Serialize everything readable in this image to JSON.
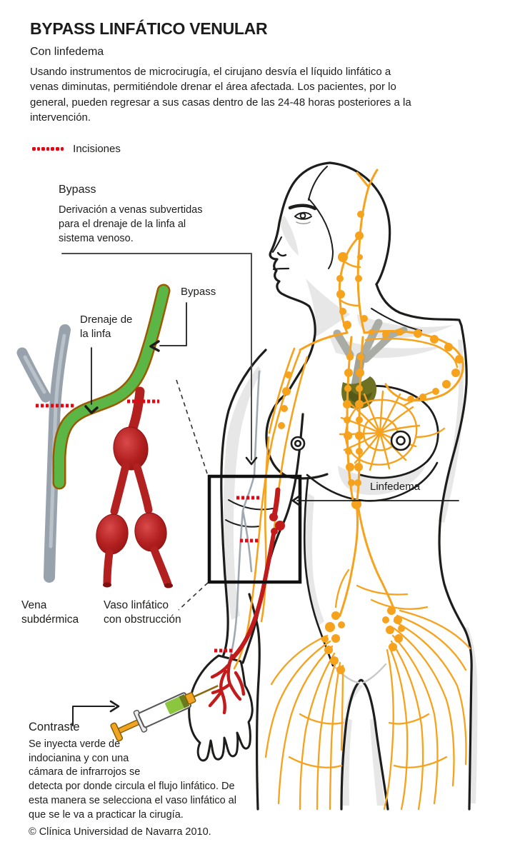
{
  "header": {
    "title": "BYPASS LINFÁTICO VENULAR",
    "subtitle": "Con linfedema",
    "description": "Usando instrumentos de microcirugía, el cirujano desvía el líquido linfático a venas diminutas, permitiéndole drenar el área afectada. Los pacientes, por lo general, pueden regresar a sus casas dentro de las 24-48 horas posteriores a la intervención."
  },
  "legend": {
    "incisions_label": "Incisiones"
  },
  "bypass_section": {
    "heading": "Bypass",
    "description": "Derivación a venas subvertidas para el drenaje de la linfa al sistema venoso."
  },
  "diagram_labels": {
    "bypass": "Bypass",
    "lymph_drainage": "Drenaje de la linfa",
    "subdermal_vein": "Vena subdérmica",
    "obstructed_vessel": "Vaso linfático con obstrucción",
    "lymphedema": "Linfedema"
  },
  "contrast_section": {
    "heading": "Contraste",
    "description": "Se inyecta verde de indocianina y con una cámara de infrarrojos se detecta por donde circula el flujo linfático. De esta manera se selecciona el vaso linfático al que se le va a practicar la cirugía."
  },
  "footer": {
    "copyright": "© Clínica Universidad de Navarra 2010."
  },
  "colors": {
    "lymph_orange": "#F6A21D",
    "incision_red": "#E30613",
    "obstructed_vessel_red": "#B32020",
    "arm_vessel_red": "#C21B1B",
    "bypass_green": "#5CB646",
    "bypass_outline_brown": "#9A5B00",
    "vein_gray": "#98A2AC",
    "outline_black": "#1D1D1B"
  }
}
